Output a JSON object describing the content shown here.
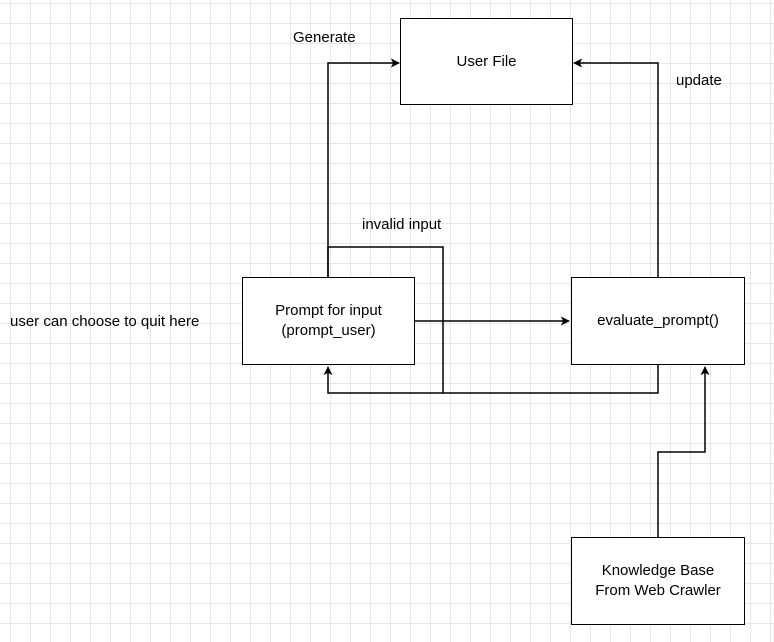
{
  "nodes": {
    "user_file": "User File",
    "prompt_line1": "Prompt for input",
    "prompt_line2": "(prompt_user)",
    "evaluate": "evaluate_prompt()",
    "kb_line1": "Knowledge Base",
    "kb_line2": "From Web Crawler"
  },
  "edge_labels": {
    "generate": "Generate",
    "update": "update",
    "invalid_input": "invalid input",
    "quit_note": "user can choose to quit here"
  },
  "colors": {
    "stroke": "#000000",
    "grid": "#e6e6e6",
    "background": "#ffffff"
  }
}
